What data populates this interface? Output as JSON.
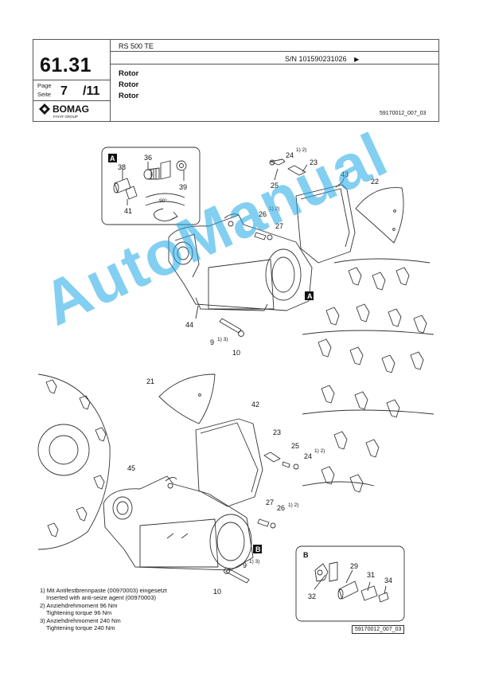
{
  "header": {
    "section": "61.31",
    "page_label_en": "Page",
    "page_label_de": "Seite",
    "page_number": "7",
    "page_total": "/11",
    "brand": "BOMAG",
    "brand_sub": "FAYAT GROUP",
    "model": "RS 500 TE",
    "serial": "S/N 101590231026",
    "serial_arrow": "▶",
    "titles": [
      "Rotor",
      "Rotor",
      "Rotor"
    ],
    "doc_ref": "59170012_007_03"
  },
  "diagram": {
    "callouts": {
      "detail_a": "A",
      "detail_b": "B",
      "angle": "90°",
      "p36": "36",
      "p38": "38",
      "p39": "39",
      "p41": "41",
      "p24a": "24",
      "p24a_note": "1) 2)",
      "p23a": "23",
      "p25a": "25",
      "p43": "43",
      "p22": "22",
      "p26a": "26",
      "p26a_note": "1) 2)",
      "p27a": "27",
      "p44": "44",
      "p9a": "9",
      "p9a_note": "1) 3)",
      "p10a": "10",
      "p21": "21",
      "p42": "42",
      "p23b": "23",
      "p25b": "25",
      "p24b": "24",
      "p24b_note": "1) 2)",
      "p45": "45",
      "p27b": "27",
      "p26b": "26",
      "p26b_note": "1) 2)",
      "p9b": "9",
      "p9b_note": "1) 3)",
      "p10b": "10",
      "p29": "29",
      "p31": "31",
      "p34": "34",
      "p32": "32"
    }
  },
  "footnotes": [
    "1) Mit Antifestbrennpaste (00970003) eingesetzt",
    "Inserted with anti-seize agent (00970003)",
    "2) Anziehdrehmoment 96 Nm",
    "Tightening torque 96 Nm",
    "3) Anziehdrehmoment 240 Nm",
    "Tightening torque 240 Nm"
  ],
  "figure_badge": "59170012_007_03",
  "watermark": "AutoManual",
  "colors": {
    "watermark": "#1fa8e6",
    "line": "#333333"
  }
}
